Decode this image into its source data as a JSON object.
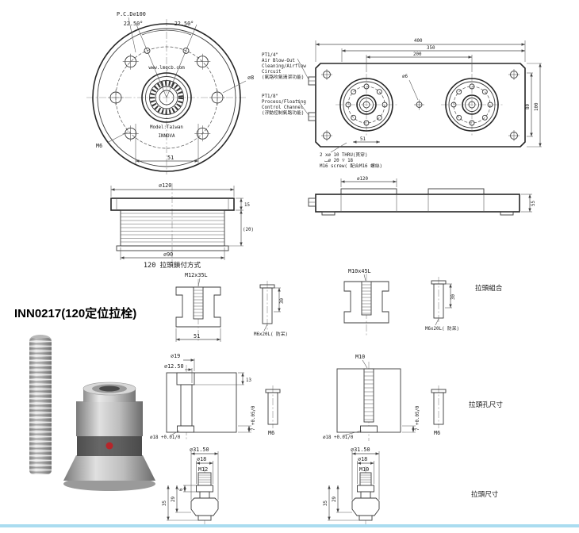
{
  "colors": {
    "ink": "#3a3a3a",
    "accent_line": "#aadcf0"
  },
  "flange_front": {
    "pcd_label": "P.C.D⌀100",
    "angle_left": "22.50°",
    "angle_right": "22.50°",
    "website": "www.lmqcb.com",
    "model": "Model:Taiwan",
    "brand": "INNOVA",
    "hole_dia": "⌀8",
    "thread": "M6",
    "dim_width": "51"
  },
  "plate_top": {
    "dim_total": "400",
    "dim_mid": "350",
    "dim_inner": "200",
    "dim_height": "100",
    "dim_height_inner": "80",
    "dim_pitch": "51",
    "center_hole": "⌀6",
    "port_air_l1": "PT1/4\"",
    "port_air_l2": "Air Blow-Out",
    "port_air_l3": "Cleaning/Airflow",
    "port_air_l4": "Circuit",
    "port_air_l5": "(氣路吹氣清潔功能)",
    "port_proc_l1": "PT1/8\"",
    "port_proc_l2": "Process/Floating",
    "port_proc_l3": "Control Channel",
    "port_proc_l4": "(浮動控制氣路功能)",
    "note_l1": "2 x⌀ 10 THRU(貫穿)",
    "note_l2": "⌴⌀ 20 ▽ 18",
    "note_l3": "M16 screw( 配合M16 螺絲)"
  },
  "flange_side": {
    "dia_top": "⌀120",
    "dim_thickness": "15",
    "dim_depth": "(20)",
    "dia_bottom": "⌀90",
    "caption": "120 拉頭鎖付方式"
  },
  "plate_side": {
    "dia_boss": "⌀120",
    "dim_height": "55"
  },
  "assembly": {
    "left_thread": "M12x35L",
    "left_dim": "30",
    "left_pin": "M6x20L( 防呆)",
    "left_width": "51",
    "right_thread": "M10x45L",
    "right_dim": "30",
    "right_pin": "M6x20L( 防呆)",
    "label": "拉頭組合"
  },
  "hole_detail": {
    "left_dia1": "⌀19",
    "left_dia2": "⌀12.50",
    "left_depth": "13",
    "left_bore": "⌀18 +0.01/0",
    "left_bore_depth": "7 +0.05/0",
    "left_pin": "M6",
    "right_thread": "M10",
    "right_bore": "⌀18 +0.01/0",
    "right_bore_depth": "7 +0.05/0",
    "right_pin": "M6",
    "label": "拉頭孔尺寸"
  },
  "stud_detail": {
    "left_dia1": "⌀31.50",
    "left_dia2": "⌀18",
    "left_thread": "M12",
    "left_len": "35",
    "left_len2": "29",
    "left_len3": "6",
    "right_dia1": "⌀31.50",
    "right_dia2": "⌀18",
    "right_thread": "M10",
    "right_len": "35",
    "right_len2": "29",
    "label": "拉頭尺寸"
  },
  "photo": {
    "title": "INN0217(120定位拉栓)"
  }
}
